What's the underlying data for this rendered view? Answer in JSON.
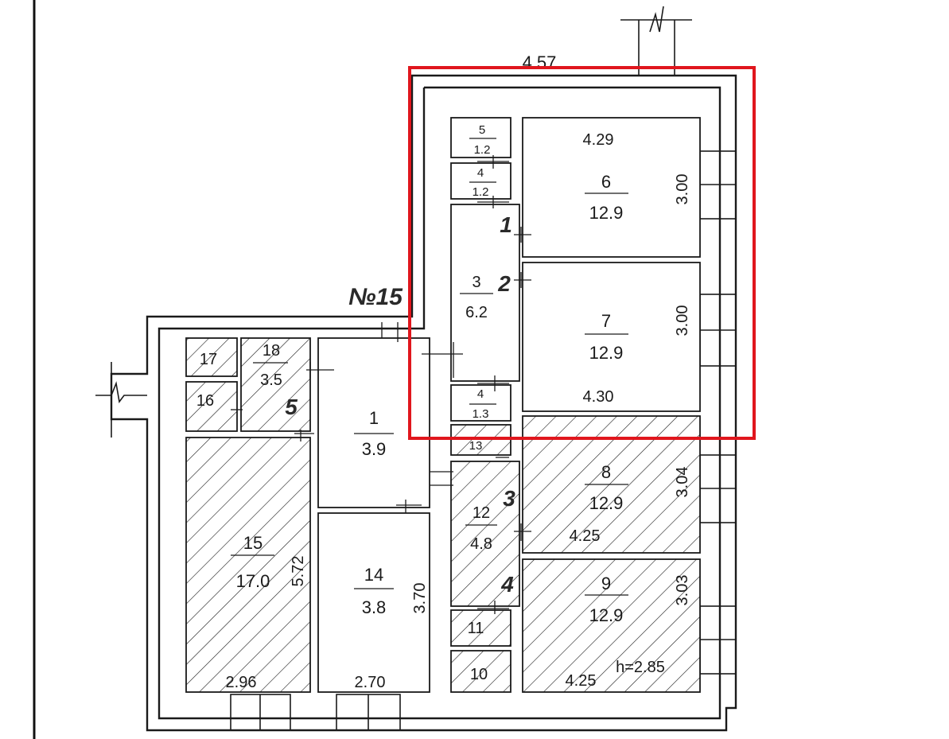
{
  "plan": {
    "building_label": "№15",
    "top_dimension": "4.57",
    "height_note": "h=2.85",
    "rooms": [
      {
        "id": "r1",
        "num": "1",
        "area": "3.9"
      },
      {
        "id": "r3",
        "num": "3",
        "area": "6.2"
      },
      {
        "id": "r4a",
        "num": "4",
        "area": "1.2"
      },
      {
        "id": "r4b",
        "num": "4",
        "area": "1.3"
      },
      {
        "id": "r5",
        "num": "5",
        "area": "1.2"
      },
      {
        "id": "r6",
        "num": "6",
        "area": "12.9"
      },
      {
        "id": "r7",
        "num": "7",
        "area": "12.9"
      },
      {
        "id": "r8",
        "num": "8",
        "area": "12.9"
      },
      {
        "id": "r9",
        "num": "9",
        "area": "12.9"
      },
      {
        "id": "r10",
        "num": "10",
        "area": ""
      },
      {
        "id": "r11",
        "num": "11",
        "area": ""
      },
      {
        "id": "r12",
        "num": "12",
        "area": "4.8"
      },
      {
        "id": "r13",
        "num": "13",
        "area": ""
      },
      {
        "id": "r14",
        "num": "14",
        "area": "3.8"
      },
      {
        "id": "r15",
        "num": "15",
        "area": "17.0"
      },
      {
        "id": "r16",
        "num": "16",
        "area": ""
      },
      {
        "id": "r17",
        "num": "17",
        "area": ""
      },
      {
        "id": "r18",
        "num": "18",
        "area": "3.5"
      }
    ],
    "dimensions": {
      "r6_width": "4.29",
      "r6_height": "3.00",
      "r7_height": "3.00",
      "r7_width": "4.30",
      "r8_height": "3.04",
      "r8_width": "4.25",
      "r9_height": "3.03",
      "r9_width": "4.25",
      "r14_height": "3.70",
      "r14_width": "2.70",
      "r15_height": "5.72",
      "r15_width": "2.96"
    },
    "entrance_marks": [
      "1",
      "2",
      "3",
      "4",
      "5"
    ],
    "highlight_color": "#e0161d"
  }
}
